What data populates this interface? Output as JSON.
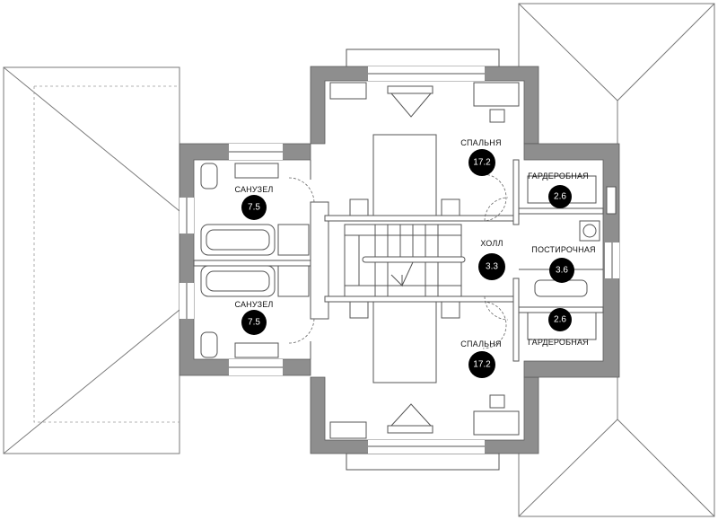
{
  "rooms": {
    "bedroom_top": {
      "label": "СПАЛЬНЯ",
      "area": "17.2"
    },
    "bathroom_top": {
      "label": "САНУЗЕЛ",
      "area": "7.5"
    },
    "wardrobe_top": {
      "label": "ГАРДЕРОБНАЯ",
      "area": "2.6"
    },
    "hall": {
      "label": "ХОЛЛ",
      "area": "3.3"
    },
    "laundry": {
      "label": "ПОСТИРОЧНАЯ",
      "area": "3.6"
    },
    "bathroom_bottom": {
      "label": "САНУЗЕЛ",
      "area": "7.5"
    },
    "wardrobe_bottom": {
      "label": "ГАРДЕРОБНАЯ",
      "area": "2.6"
    },
    "bedroom_bottom": {
      "label": "СПАЛЬНЯ",
      "area": "17.2"
    }
  },
  "colors": {
    "wall": "#8e8e8e",
    "badge": "#000000",
    "line": "#555555"
  }
}
